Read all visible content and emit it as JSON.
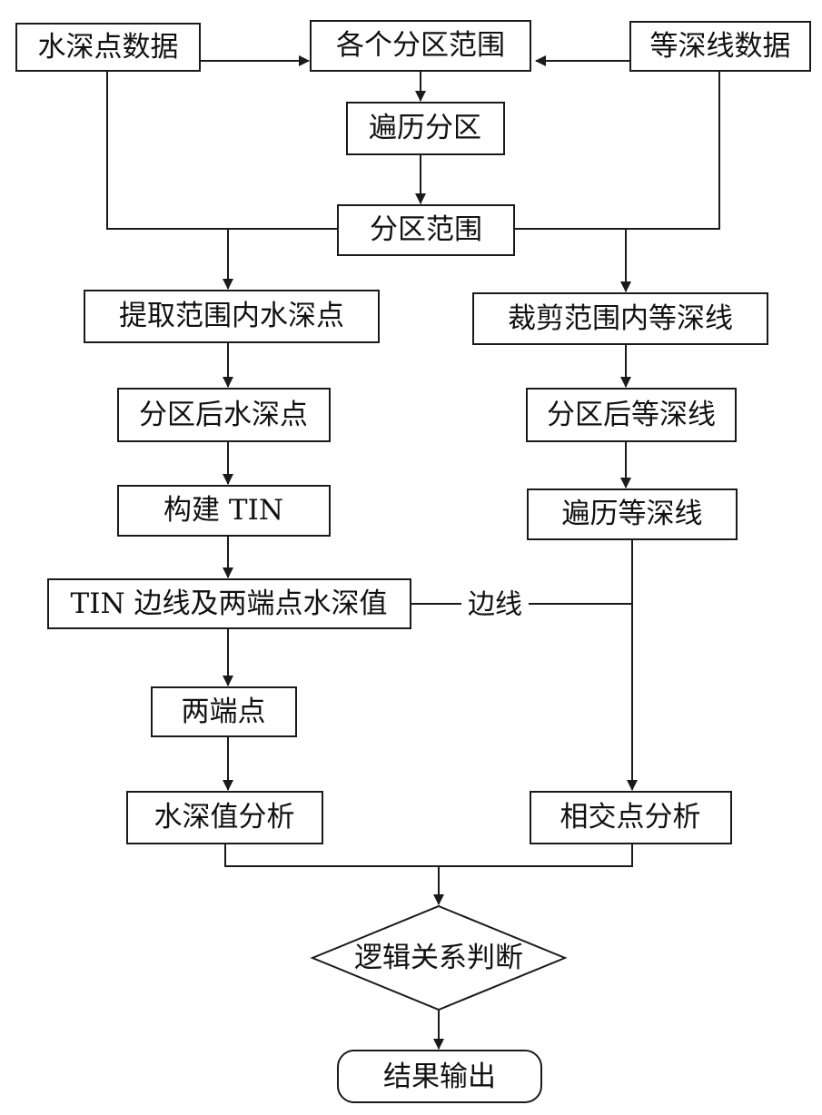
{
  "nodes": {
    "depth_points": "水深点数据",
    "zones": "各个分区范围",
    "contour_data": "等深线数据",
    "traverse_zones": "遍历分区",
    "zone_range": "分区范围",
    "extract_points": "提取范围内水深点",
    "clip_contours": "裁剪范围内等深线",
    "zoned_points": "分区后水深点",
    "zoned_contours": "分区后等深线",
    "build_tin": "构建 TIN",
    "traverse_contours": "遍历等深线",
    "tin_edges": "TIN 边线及两端点水深值",
    "endpoints": "两端点",
    "depth_analysis": "水深值分析",
    "intersect_analysis": "相交点分析",
    "logic_judgement": "逻辑关系判断",
    "result_output": "结果输出"
  },
  "edge_labels": {
    "edge": "边线"
  },
  "colors": {
    "stroke": "#1a1a1a",
    "background": "#ffffff",
    "text": "#111111"
  }
}
